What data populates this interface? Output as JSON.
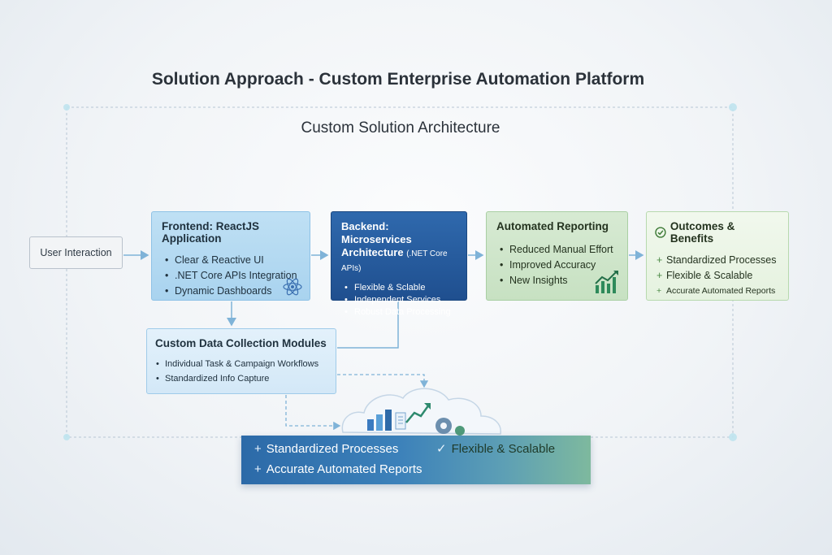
{
  "title": "Solution Approach - Custom Enterprise Automation Platform",
  "subtitle": "Custom Solution Architecture",
  "user_interaction": "User Interaction",
  "frontend": {
    "title": "Frontend: ReactJS Application",
    "items": [
      "Clear & Reactive UI",
      ".NET Core APIs Integration",
      "Dynamic Dashboards"
    ],
    "icon": "react-icon"
  },
  "backend": {
    "title": "Backend: Microservices",
    "title_line2": "Architecture",
    "title_note": "(.NET Core APIs)",
    "items": [
      "Flexible & Sclable",
      "Independent Services",
      "Robust Data Processing"
    ]
  },
  "reporting": {
    "title": "Automated Reporting",
    "items": [
      "Reduced Manual Effort",
      "Improved Accuracy",
      "New Insights"
    ],
    "icon": "growth-chart-icon"
  },
  "outcomes": {
    "title": "Outcomes & Benefits",
    "items": [
      "Standardized Processes",
      "Flexible & Scalable",
      "Accurate Automated Reports"
    ],
    "icon": "check-circle-icon"
  },
  "collection": {
    "title": "Custom Data Collection Modules",
    "items": [
      "Individual Task & Campaign Workflows",
      "Standardized Info Capture"
    ]
  },
  "banner": {
    "item1": "Standardized Processes",
    "item2": "Flexible & Scalable",
    "item3": "Accurate Automated Reports"
  },
  "colors": {
    "frontend": "#a9d3ef",
    "backend": "#1f4f8f",
    "reporting": "#c7e1c2",
    "outcomes": "#e5f2df",
    "connector": "#7fb3d8"
  }
}
